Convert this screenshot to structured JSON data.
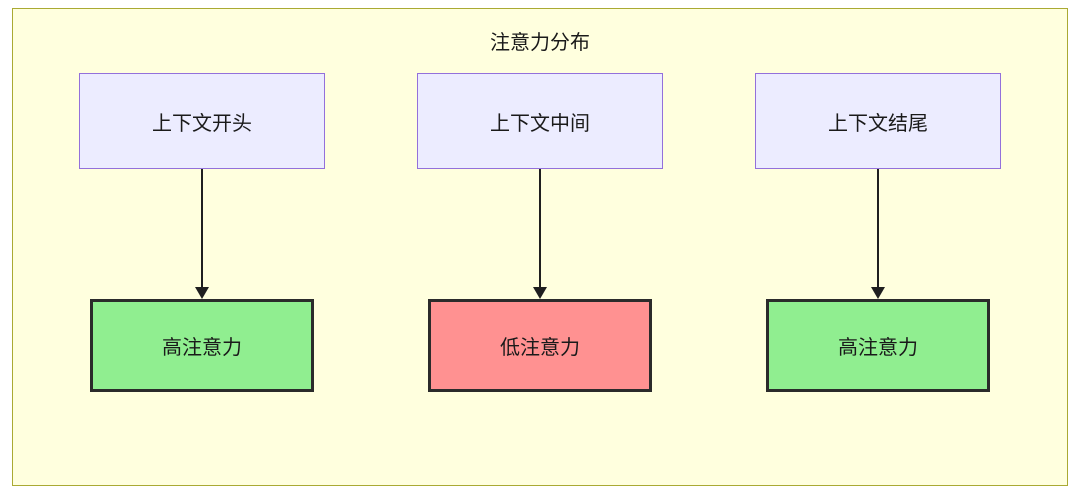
{
  "diagram": {
    "title": "注意力分布",
    "columns": [
      {
        "source": "上下文开头",
        "target": "高注意力",
        "target_fill": "#90ee90",
        "level": "high"
      },
      {
        "source": "上下文中间",
        "target": "低注意力",
        "target_fill": "#ff9191",
        "level": "low"
      },
      {
        "source": "上下文结尾",
        "target": "高注意力",
        "target_fill": "#90ee90",
        "level": "high"
      }
    ],
    "colors": {
      "frame_background": "#ffffde",
      "frame_border": "#aaaa33",
      "source_fill": "#ececff",
      "source_border": "#9370db",
      "high_attention_fill": "#90ee90",
      "low_attention_fill": "#ff9191",
      "target_border": "#2b2b2b",
      "arrow": "#1f1f1f"
    }
  }
}
